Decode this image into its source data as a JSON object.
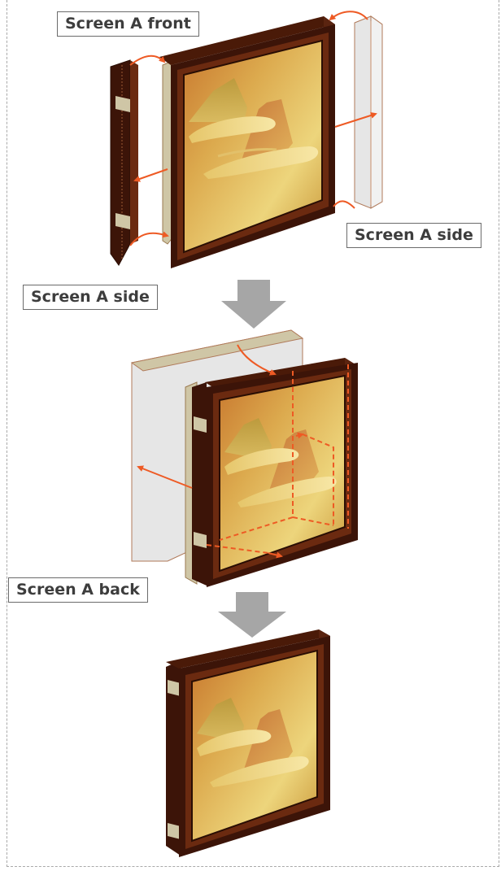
{
  "labels": {
    "front": "Screen A front",
    "side_right": "Screen A side",
    "side_left": "Screen A side",
    "back": "Screen A back"
  },
  "colors": {
    "frame_dark": "#3c1408",
    "frame_mid": "#6b2a10",
    "panel_gray": "#e6e6e6",
    "tab_beige": "#cfc6a6",
    "arrow_orange": "#ee5a24",
    "step_arrow": "#a6a6a6"
  }
}
